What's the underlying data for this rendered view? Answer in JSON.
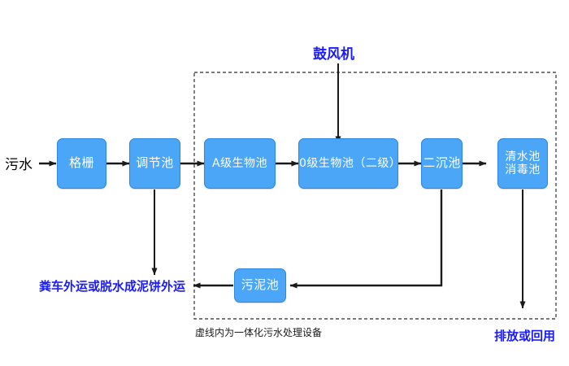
{
  "diagram": {
    "title_label": "鼓风机",
    "inlet_label": "污水",
    "caption": "虚线内为一体化污水处理设备",
    "boundary_note_name": "integrated-equipment-boundary",
    "colors": {
      "node_fill": "#4BA6F7",
      "node_border": "#2E86DE",
      "node_text": "#FFFFFF",
      "annotation_blue": "#1A1AFF",
      "line_black": "#1A1A1A",
      "background": "#FFFFFF"
    },
    "nodes": [
      {
        "id": "grille",
        "label": "格栅"
      },
      {
        "id": "regulating",
        "label": "调节池"
      },
      {
        "id": "a_stage",
        "label": "A级生物池"
      },
      {
        "id": "o_stage",
        "label": "0级生物池（二级）"
      },
      {
        "id": "secondary",
        "label": "二沉池"
      },
      {
        "id": "clearwater",
        "label": "清水池\n消毒池"
      },
      {
        "id": "sludge",
        "label": "污泥池"
      }
    ],
    "annotations": [
      {
        "id": "blower",
        "label": "鼓风机"
      },
      {
        "id": "sludge_haul",
        "label": "粪车外运或脱水成泥饼外运"
      },
      {
        "id": "discharge",
        "label": "排放或回用"
      },
      {
        "id": "dashed_caption",
        "label": "虚线内为一体化污水处理设备"
      }
    ],
    "flow_sequence": [
      "污水",
      "格栅",
      "调节池",
      "A级生物池",
      "0级生物池（二级）",
      "二沉池",
      "清水池消毒池",
      "排放或回用"
    ],
    "sludge_labels": {
      "haul_out": "粪车外运或脱水成泥饼外运",
      "discharge_reuse": "排放或回用"
    }
  }
}
